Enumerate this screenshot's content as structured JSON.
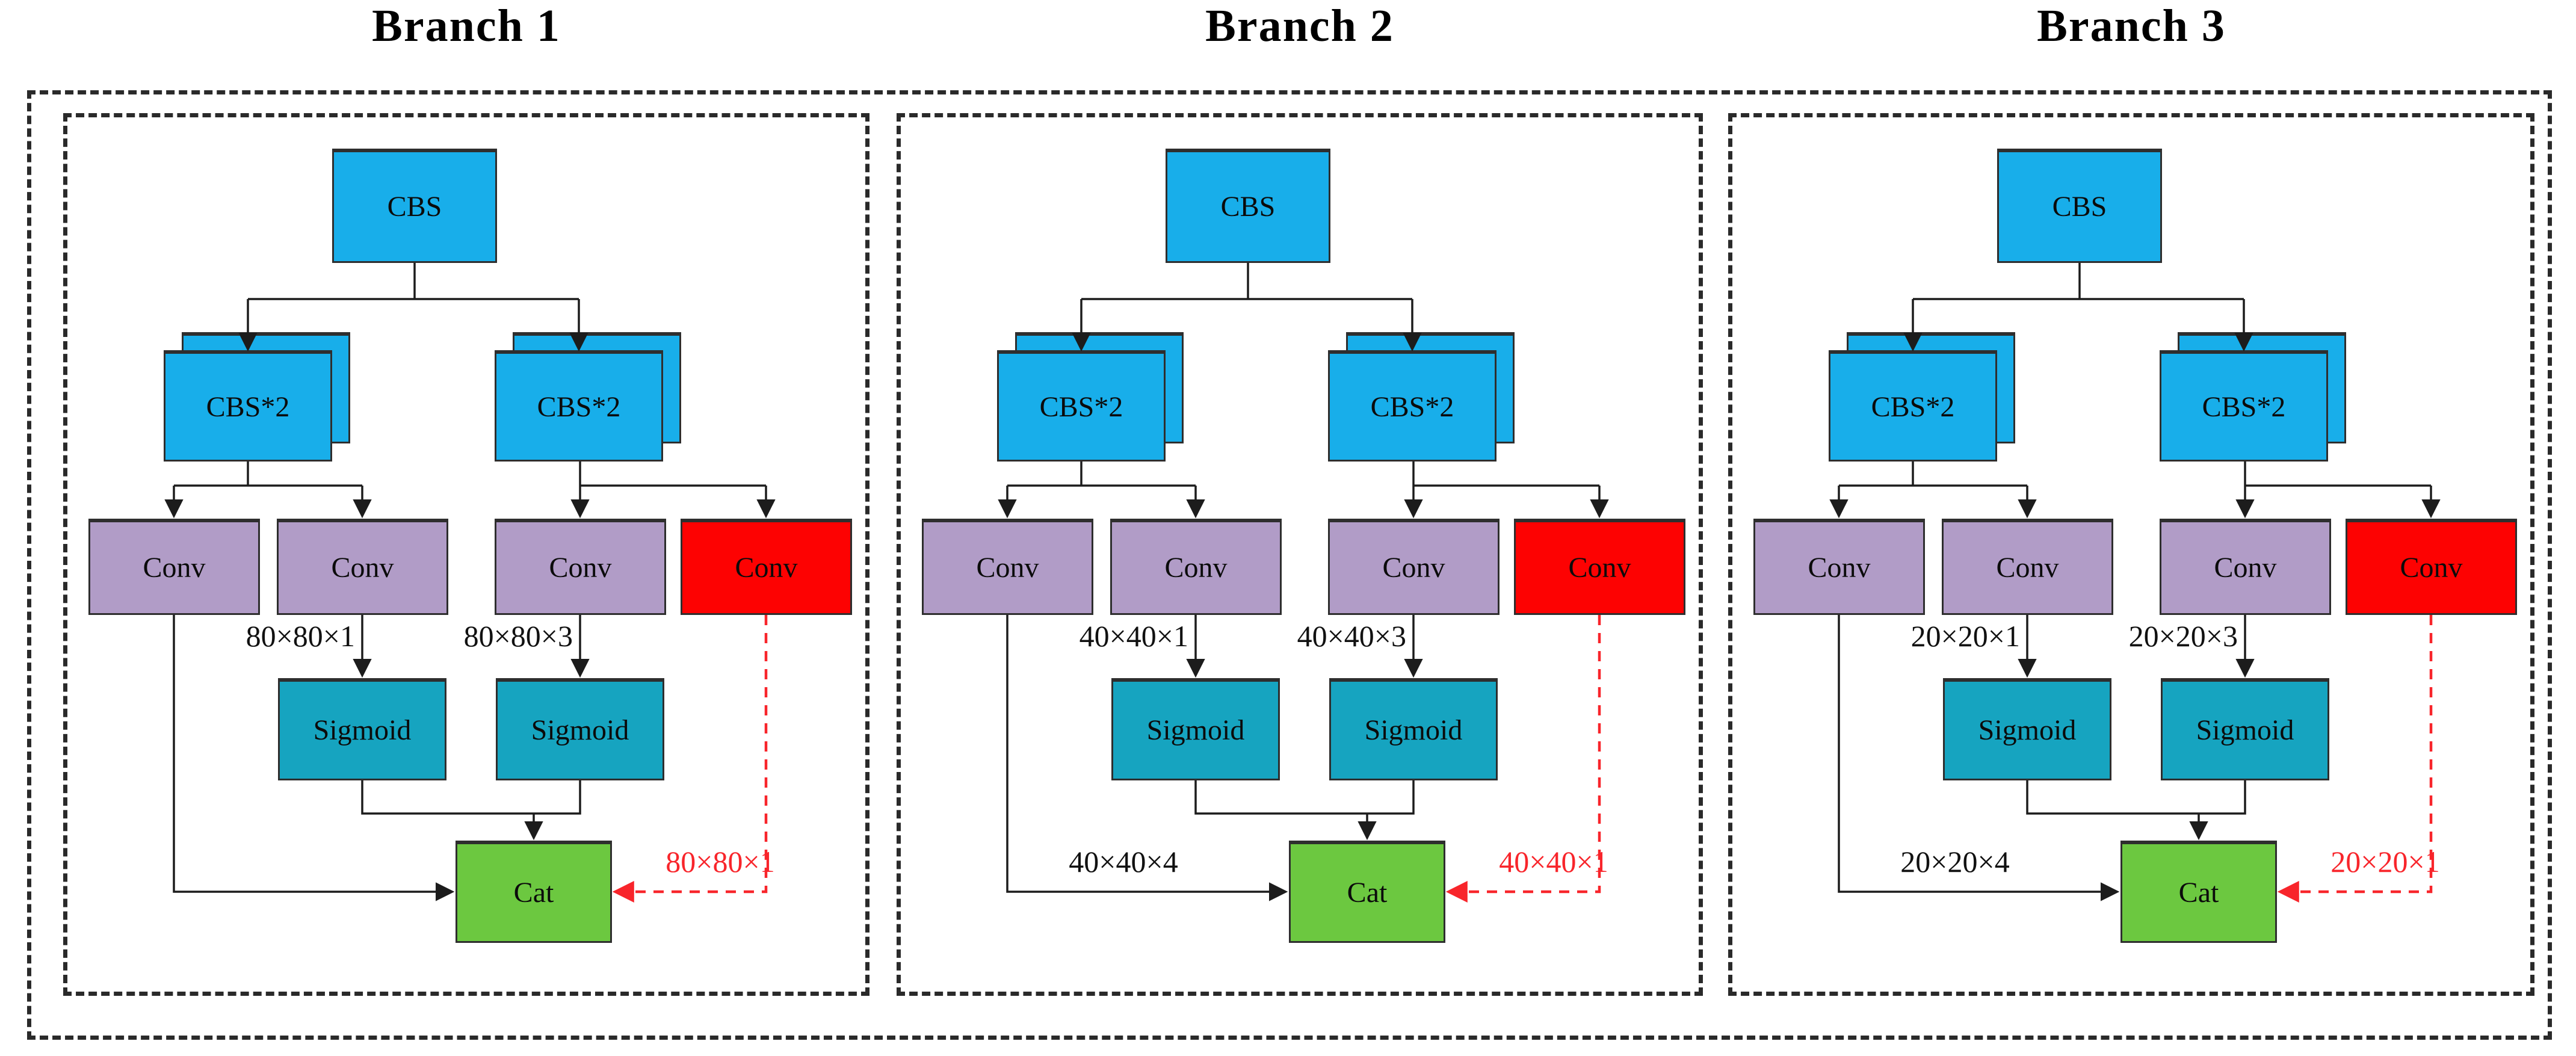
{
  "page": {
    "background": "#FFFFFF"
  },
  "colors": {
    "cbs_blue": "#18AEEA",
    "sigmoid_teal": "#16A4C0",
    "conv_purple": "#B19CC7",
    "conv_red": "#FD0202",
    "cat_green": "#6CC840",
    "wire_black": "#1C1C1C",
    "dashed_border": "#2A2A2A",
    "red_dashed_arrow": "#F8252B"
  },
  "branches": [
    {
      "title": "Branch 1",
      "cbs": "CBS",
      "cbs2_left": "CBS*2",
      "cbs2_right": "CBS*2",
      "conv1": "Conv",
      "conv2": "Conv",
      "conv3": "Conv",
      "conv4": "Conv",
      "sigmoid_left": "Sigmoid",
      "sigmoid_right": "Sigmoid",
      "cat": "Cat",
      "dim_obj": "80×80×1",
      "dim_cls": "80×80×3",
      "dim_cat": "",
      "dim_red": "80×80×1"
    },
    {
      "title": "Branch 2",
      "cbs": "CBS",
      "cbs2_left": "CBS*2",
      "cbs2_right": "CBS*2",
      "conv1": "Conv",
      "conv2": "Conv",
      "conv3": "Conv",
      "conv4": "Conv",
      "sigmoid_left": "Sigmoid",
      "sigmoid_right": "Sigmoid",
      "cat": "Cat",
      "dim_obj": "40×40×1",
      "dim_cls": "40×40×3",
      "dim_cat": "40×40×4",
      "dim_red": "40×40×1"
    },
    {
      "title": "Branch 3",
      "cbs": "CBS",
      "cbs2_left": "CBS*2",
      "cbs2_right": "CBS*2",
      "conv1": "Conv",
      "conv2": "Conv",
      "conv3": "Conv",
      "conv4": "Conv",
      "sigmoid_left": "Sigmoid",
      "sigmoid_right": "Sigmoid",
      "cat": "Cat",
      "dim_obj": "20×20×1",
      "dim_cls": "20×20×3",
      "dim_cat": "20×20×4",
      "dim_red": "20×20×1"
    }
  ]
}
